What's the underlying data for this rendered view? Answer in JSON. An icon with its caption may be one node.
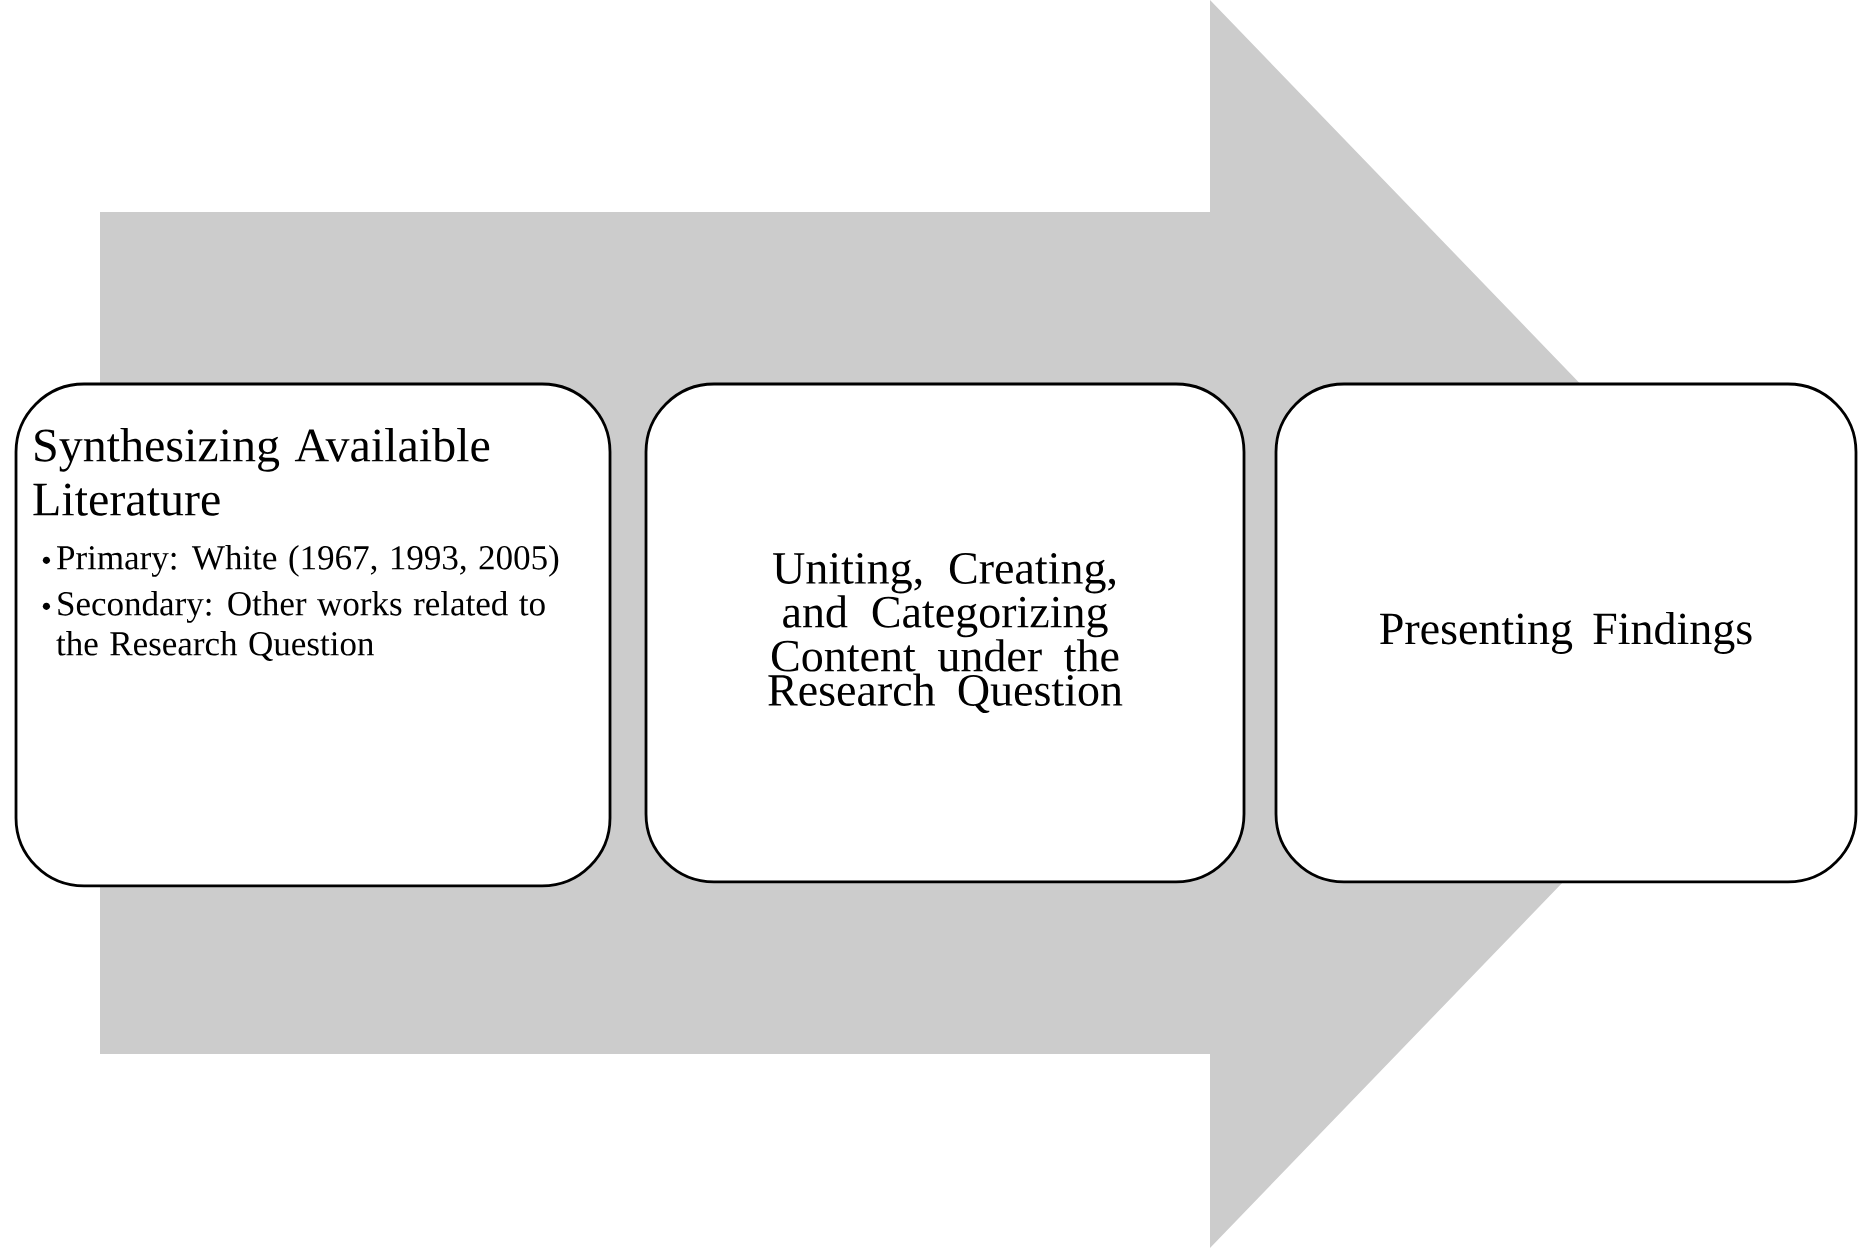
{
  "diagram": {
    "nodes": [
      {
        "text": [
          "Synthesizing Availaible Literature",
          "Primary: White (1967, 1993, 2005)",
          "Secondary: Other works related to the Research Question"
        ]
      },
      {
        "text": [
          "Uniting, Creating, and Categorizing Content under the Research Question"
        ]
      },
      {
        "text": [
          "Presenting Findings"
        ]
      }
    ],
    "edges": [
      {
        "from": 0,
        "to": 2,
        "arrow": "to"
      }
    ]
  }
}
